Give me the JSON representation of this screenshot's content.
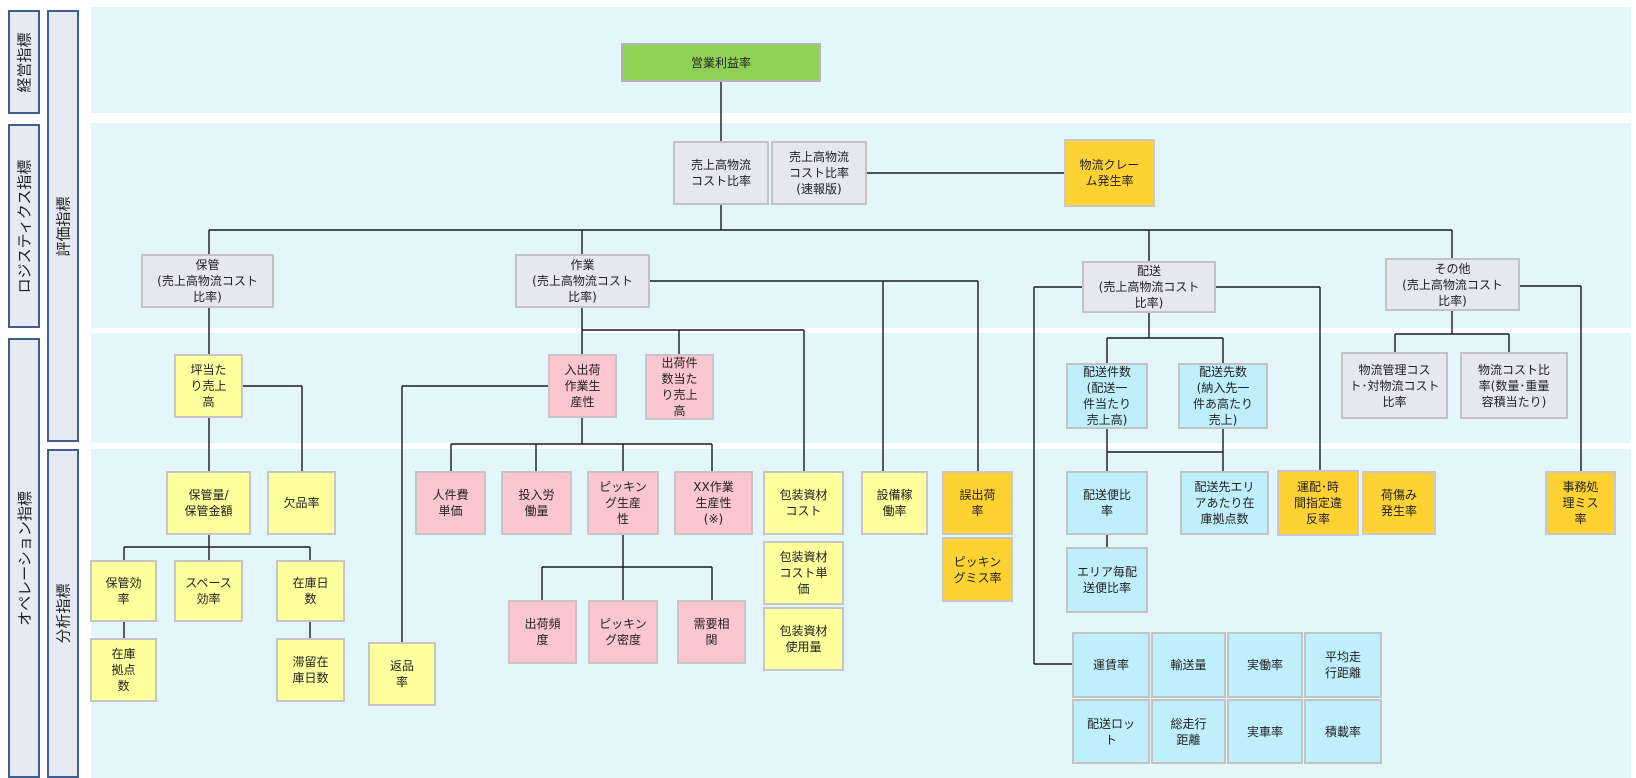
{
  "left_labels": {
    "keiei": "経営指標",
    "logistics": "ロジスティクス指標",
    "operation": "オペレーション指標",
    "hyoka": "評価指標",
    "bunseki": "分析指標"
  },
  "nodes": {
    "eigyo": "営業利益率",
    "uriage_cost": "売上高物流\nコスト比率",
    "uriage_cost_sokuho": "売上高物流\nコスト比率\n(速報版)",
    "claim": "物流クレー\nム発生率",
    "hokan": "保管\n(売上高物流コスト\n比率)",
    "sagyo": "作業\n(売上高物流コスト\n比率)",
    "haiso": "配送\n(売上高物流コスト\n比率)",
    "sonota": "その他\n(売上高物流コスト\n比率)",
    "tsubo": "坪当た\nり売上\n高",
    "nyushukka": "入出荷\n作業生\n産性",
    "shukka_kensu": "出荷件\n数当た\nり売上\n高",
    "haiso_kensu": "配送件数\n(配送一\n件当たり\n売上高)",
    "haiso_sakisu": "配送先数\n(納入先一\n件あ高たり\n売上)",
    "kanri_cost": "物流管理コス\nト･対物流コスト\n比率",
    "cost_hi": "物流コスト比\n率(数量･重量\n容積当たり)",
    "hokanryo": "保管量/\n保管金額",
    "keppin": "欠品率",
    "jinkenhi": "人件費\n単価",
    "tonyu": "投入労\n働量",
    "picking": "ピッキン\nグ生産\n性",
    "xx": "XX作業\n生産性\n(※)",
    "hoso_cost": "包装資材\nコスト",
    "setsubi": "設備稼\n働率",
    "goshukka": "誤出荷\n率",
    "haisobin": "配送便比\n率",
    "haisosaki_area": "配送先エリ\nアあたり在\n庫拠点数",
    "unpai": "運配･時\n間指定違\n反率",
    "niitami": "荷傷み\n発生率",
    "jimu": "事務処\n理ミス\n率",
    "hokan_koritsu": "保管効\n率",
    "space": "スペース\n効率",
    "zaiko_nissu": "在庫日\n数",
    "hoso_tanka": "包装資材\nコスト単\n価",
    "picking_miss": "ピッキン\nグミス率",
    "area_haisobin": "エリア毎配\n送便比率",
    "shukka_hindo": "出荷頻\n度",
    "picking_mitsudo": "ピッキン\nグ密度",
    "juyo": "需要相\n関",
    "hoso_shiyo": "包装資材\n使用量",
    "zaiko_kyoten": "在庫\n拠点\n数",
    "tairyu": "滞留在\n庫日数",
    "henpin": "返品\n率",
    "unchin": "運賃率",
    "yuso": "輸送量",
    "jitsudo": "実働率",
    "heikin": "平均走\n行距離",
    "haiso_lot": "配送ロッ\nト",
    "sou_soko": "総走行\n距離",
    "jissha": "実車率",
    "sekisai": "積載率"
  },
  "colors": {
    "band": "#e3f6fc",
    "green": "#8fd155",
    "gray": "#e6e7ef",
    "yellow": "#ffff9e",
    "pink": "#fcc6cf",
    "blue": "#bfeefc",
    "orange": "#ffd233"
  }
}
